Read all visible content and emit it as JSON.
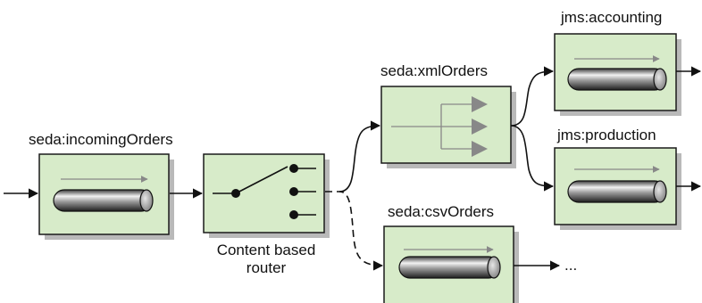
{
  "diagram": {
    "nodes": {
      "incoming": {
        "label": "seda:incomingOrders",
        "kind": "queue"
      },
      "router": {
        "label_line1": "Content based",
        "label_line2": "router",
        "kind": "content-based-router"
      },
      "xml": {
        "label": "seda:xmlOrders",
        "kind": "recipient-list"
      },
      "csv": {
        "label": "seda:csvOrders",
        "kind": "queue"
      },
      "accounting": {
        "label": "jms:accounting",
        "kind": "queue"
      },
      "production": {
        "label": "jms:production",
        "kind": "queue"
      }
    },
    "continuation": "...",
    "edges": [
      {
        "from": "input",
        "to": "incoming",
        "style": "solid"
      },
      {
        "from": "incoming",
        "to": "router",
        "style": "solid"
      },
      {
        "from": "router",
        "to": "xml",
        "style": "solid"
      },
      {
        "from": "router",
        "to": "csv",
        "style": "dashed"
      },
      {
        "from": "xml",
        "to": "accounting",
        "style": "solid"
      },
      {
        "from": "xml",
        "to": "production",
        "style": "solid"
      },
      {
        "from": "csv",
        "to": "continuation",
        "style": "solid"
      },
      {
        "from": "accounting",
        "to": "output",
        "style": "solid"
      },
      {
        "from": "production",
        "to": "output",
        "style": "solid"
      }
    ],
    "colors": {
      "box_fill": "#d7ebc9",
      "line": "#111111",
      "arrow_gray": "#888888"
    }
  }
}
